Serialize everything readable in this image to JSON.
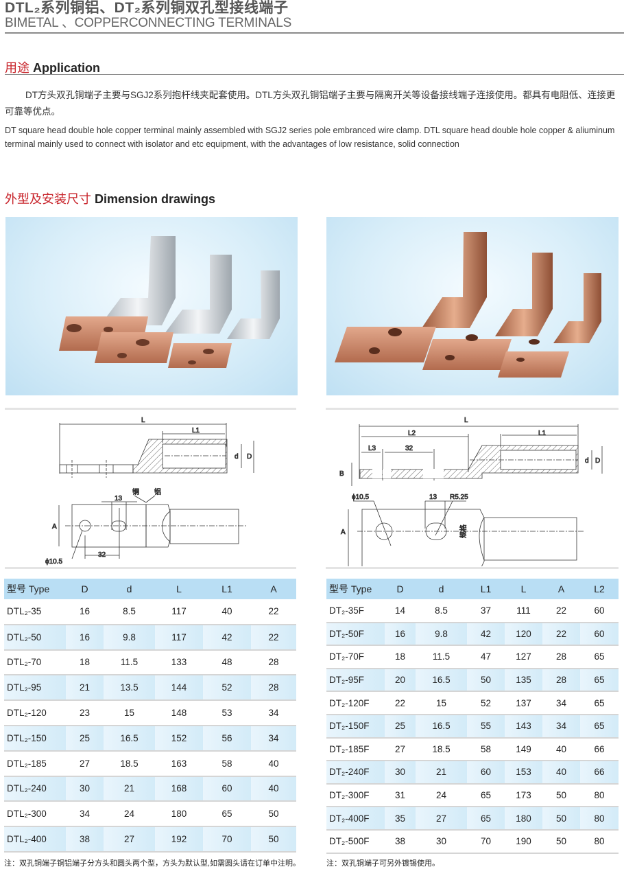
{
  "header": {
    "title_cn": "DTL₂系列铜铝、DT₂系列铜双孔型接线端子",
    "title_en": "BIMETAL 、COPPERCONNECTING TERMINALS"
  },
  "application": {
    "heading_cn": "用途",
    "heading_en": "Application",
    "text_cn": "DT方头双孔铜端子主要与SGJ2系列抱杆线夹配套使用。DTL方头双孔铜铝端子主要与隔离开关等设备接线端子连接使用。都具有电阻低、连接更可靠等优点。",
    "text_en": "DT square head double hole copper terminal mainly assembled with SGJ2 series pole embranced wire clamp. DTL square head double hole copper & aliuminum terminal mainly used to connect with isolator and etc equipment, with the advantages of low resistance, solid connection"
  },
  "dimensions": {
    "heading_cn": "外型及安装尺寸",
    "heading_en": "Dimension drawings"
  },
  "drawing_left": {
    "L": "L",
    "L1": "L1",
    "d": "d",
    "D": "D",
    "A": "A",
    "dim13": "13",
    "dim32": "32",
    "phi": "ϕ10.5",
    "copper": "铜",
    "aluminum": "铝"
  },
  "drawing_right": {
    "L": "L",
    "L1": "L1",
    "L2": "L2",
    "L3": "L3",
    "dim32": "32",
    "B": "B",
    "d": "d",
    "D": "D",
    "A": "A",
    "dim13": "13",
    "phi": "ϕ10.5",
    "R": "R5.25",
    "spec": "规格"
  },
  "table_left": {
    "headers": [
      "型号 Type",
      "D",
      "d",
      "L",
      "L1",
      "A"
    ],
    "rows": [
      [
        "DTL₂-35",
        "16",
        "8.5",
        "117",
        "40",
        "22"
      ],
      [
        "DTL₂-50",
        "16",
        "9.8",
        "117",
        "42",
        "22"
      ],
      [
        "DTL₂-70",
        "18",
        "11.5",
        "133",
        "48",
        "28"
      ],
      [
        "DTL₂-95",
        "21",
        "13.5",
        "144",
        "52",
        "28"
      ],
      [
        "DTL₂-120",
        "23",
        "15",
        "148",
        "53",
        "34"
      ],
      [
        "DTL₂-150",
        "25",
        "16.5",
        "152",
        "56",
        "34"
      ],
      [
        "DTL₂-185",
        "27",
        "18.5",
        "163",
        "58",
        "40"
      ],
      [
        "DTL₂-240",
        "30",
        "21",
        "168",
        "60",
        "40"
      ],
      [
        "DTL₂-300",
        "34",
        "24",
        "180",
        "65",
        "50"
      ],
      [
        "DTL₂-400",
        "38",
        "27",
        "192",
        "70",
        "50"
      ]
    ]
  },
  "table_right": {
    "headers": [
      "型号 Type",
      "D",
      "d",
      "L1",
      "L",
      "A",
      "L2"
    ],
    "rows": [
      [
        "DT₂-35F",
        "14",
        "8.5",
        "37",
        "111",
        "22",
        "60"
      ],
      [
        "DT₂-50F",
        "16",
        "9.8",
        "42",
        "120",
        "22",
        "60"
      ],
      [
        "DT₂-70F",
        "18",
        "11.5",
        "47",
        "127",
        "28",
        "65"
      ],
      [
        "DT₂-95F",
        "20",
        "16.5",
        "50",
        "135",
        "28",
        "65"
      ],
      [
        "DT₂-120F",
        "22",
        "15",
        "52",
        "137",
        "34",
        "65"
      ],
      [
        "DT₂-150F",
        "25",
        "16.5",
        "55",
        "143",
        "34",
        "65"
      ],
      [
        "DT₂-185F",
        "27",
        "18.5",
        "58",
        "149",
        "40",
        "66"
      ],
      [
        "DT₂-240F",
        "30",
        "21",
        "60",
        "153",
        "40",
        "66"
      ],
      [
        "DT₂-300F",
        "31",
        "24",
        "65",
        "173",
        "50",
        "80"
      ],
      [
        "DT₂-400F",
        "35",
        "27",
        "65",
        "180",
        "50",
        "80"
      ],
      [
        "DT₂-500F",
        "38",
        "30",
        "70",
        "190",
        "50",
        "80"
      ]
    ]
  },
  "notes": {
    "left": "注：双孔铜端子铜铝端子分方头和圆头两个型，方头为默认型,如需圆头请在订单中注明。",
    "right": "注：双孔铜端子可另外镀锡使用。"
  },
  "colors": {
    "accent": "#c8242b",
    "table_header": "#b9def4",
    "copper": "#c9866a",
    "aluminum": "#d8dde2"
  }
}
